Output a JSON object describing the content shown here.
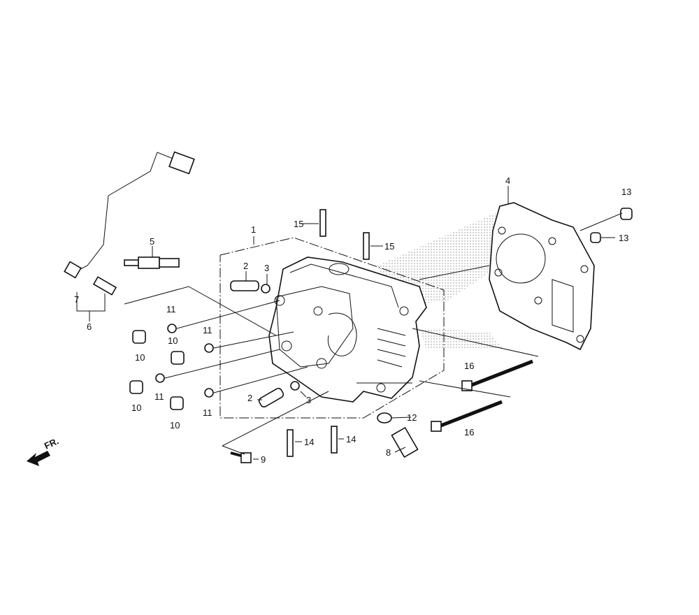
{
  "diagram": {
    "title": "Cylinder head exploded parts diagram",
    "direction_label": "FR.",
    "callouts": [
      "1",
      "2",
      "3",
      "4",
      "5",
      "6",
      "7",
      "8",
      "9",
      "10",
      "11",
      "12",
      "13",
      "14",
      "15",
      "16"
    ]
  },
  "colors": {
    "line": "#111111",
    "background": "#ffffff",
    "stipple": "#888888"
  }
}
